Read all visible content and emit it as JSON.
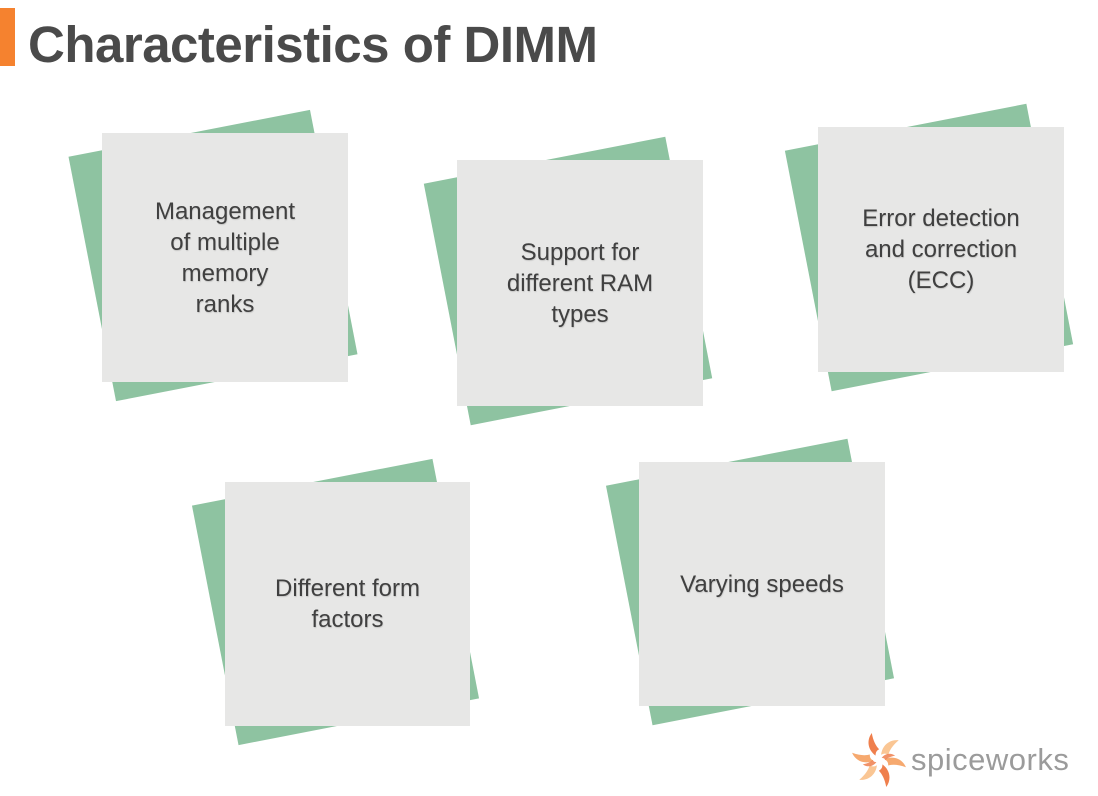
{
  "page": {
    "title": "Characteristics of DIMM"
  },
  "colors": {
    "accent_orange": "#F5822F",
    "title_text": "#4A4A4A",
    "note_face_gray": "#E7E7E6",
    "note_back_green": "#8EC3A1",
    "note_text": "#404040",
    "brand_gray": "#9B9B9B",
    "logo_orange_dark": "#EF7F4D",
    "logo_orange_mid": "#F6A96F",
    "logo_orange_light": "#FAC694"
  },
  "notes": [
    {
      "label": "Management of multiple memory ranks"
    },
    {
      "label": "Support for different RAM types"
    },
    {
      "label": "Error detection and correction (ECC)"
    },
    {
      "label": "Different form factors"
    },
    {
      "label": "Varying speeds"
    }
  ],
  "footer": {
    "brand_wordmark": "spiceworks",
    "logo_icon": "spiceworks-pinwheel-icon"
  }
}
